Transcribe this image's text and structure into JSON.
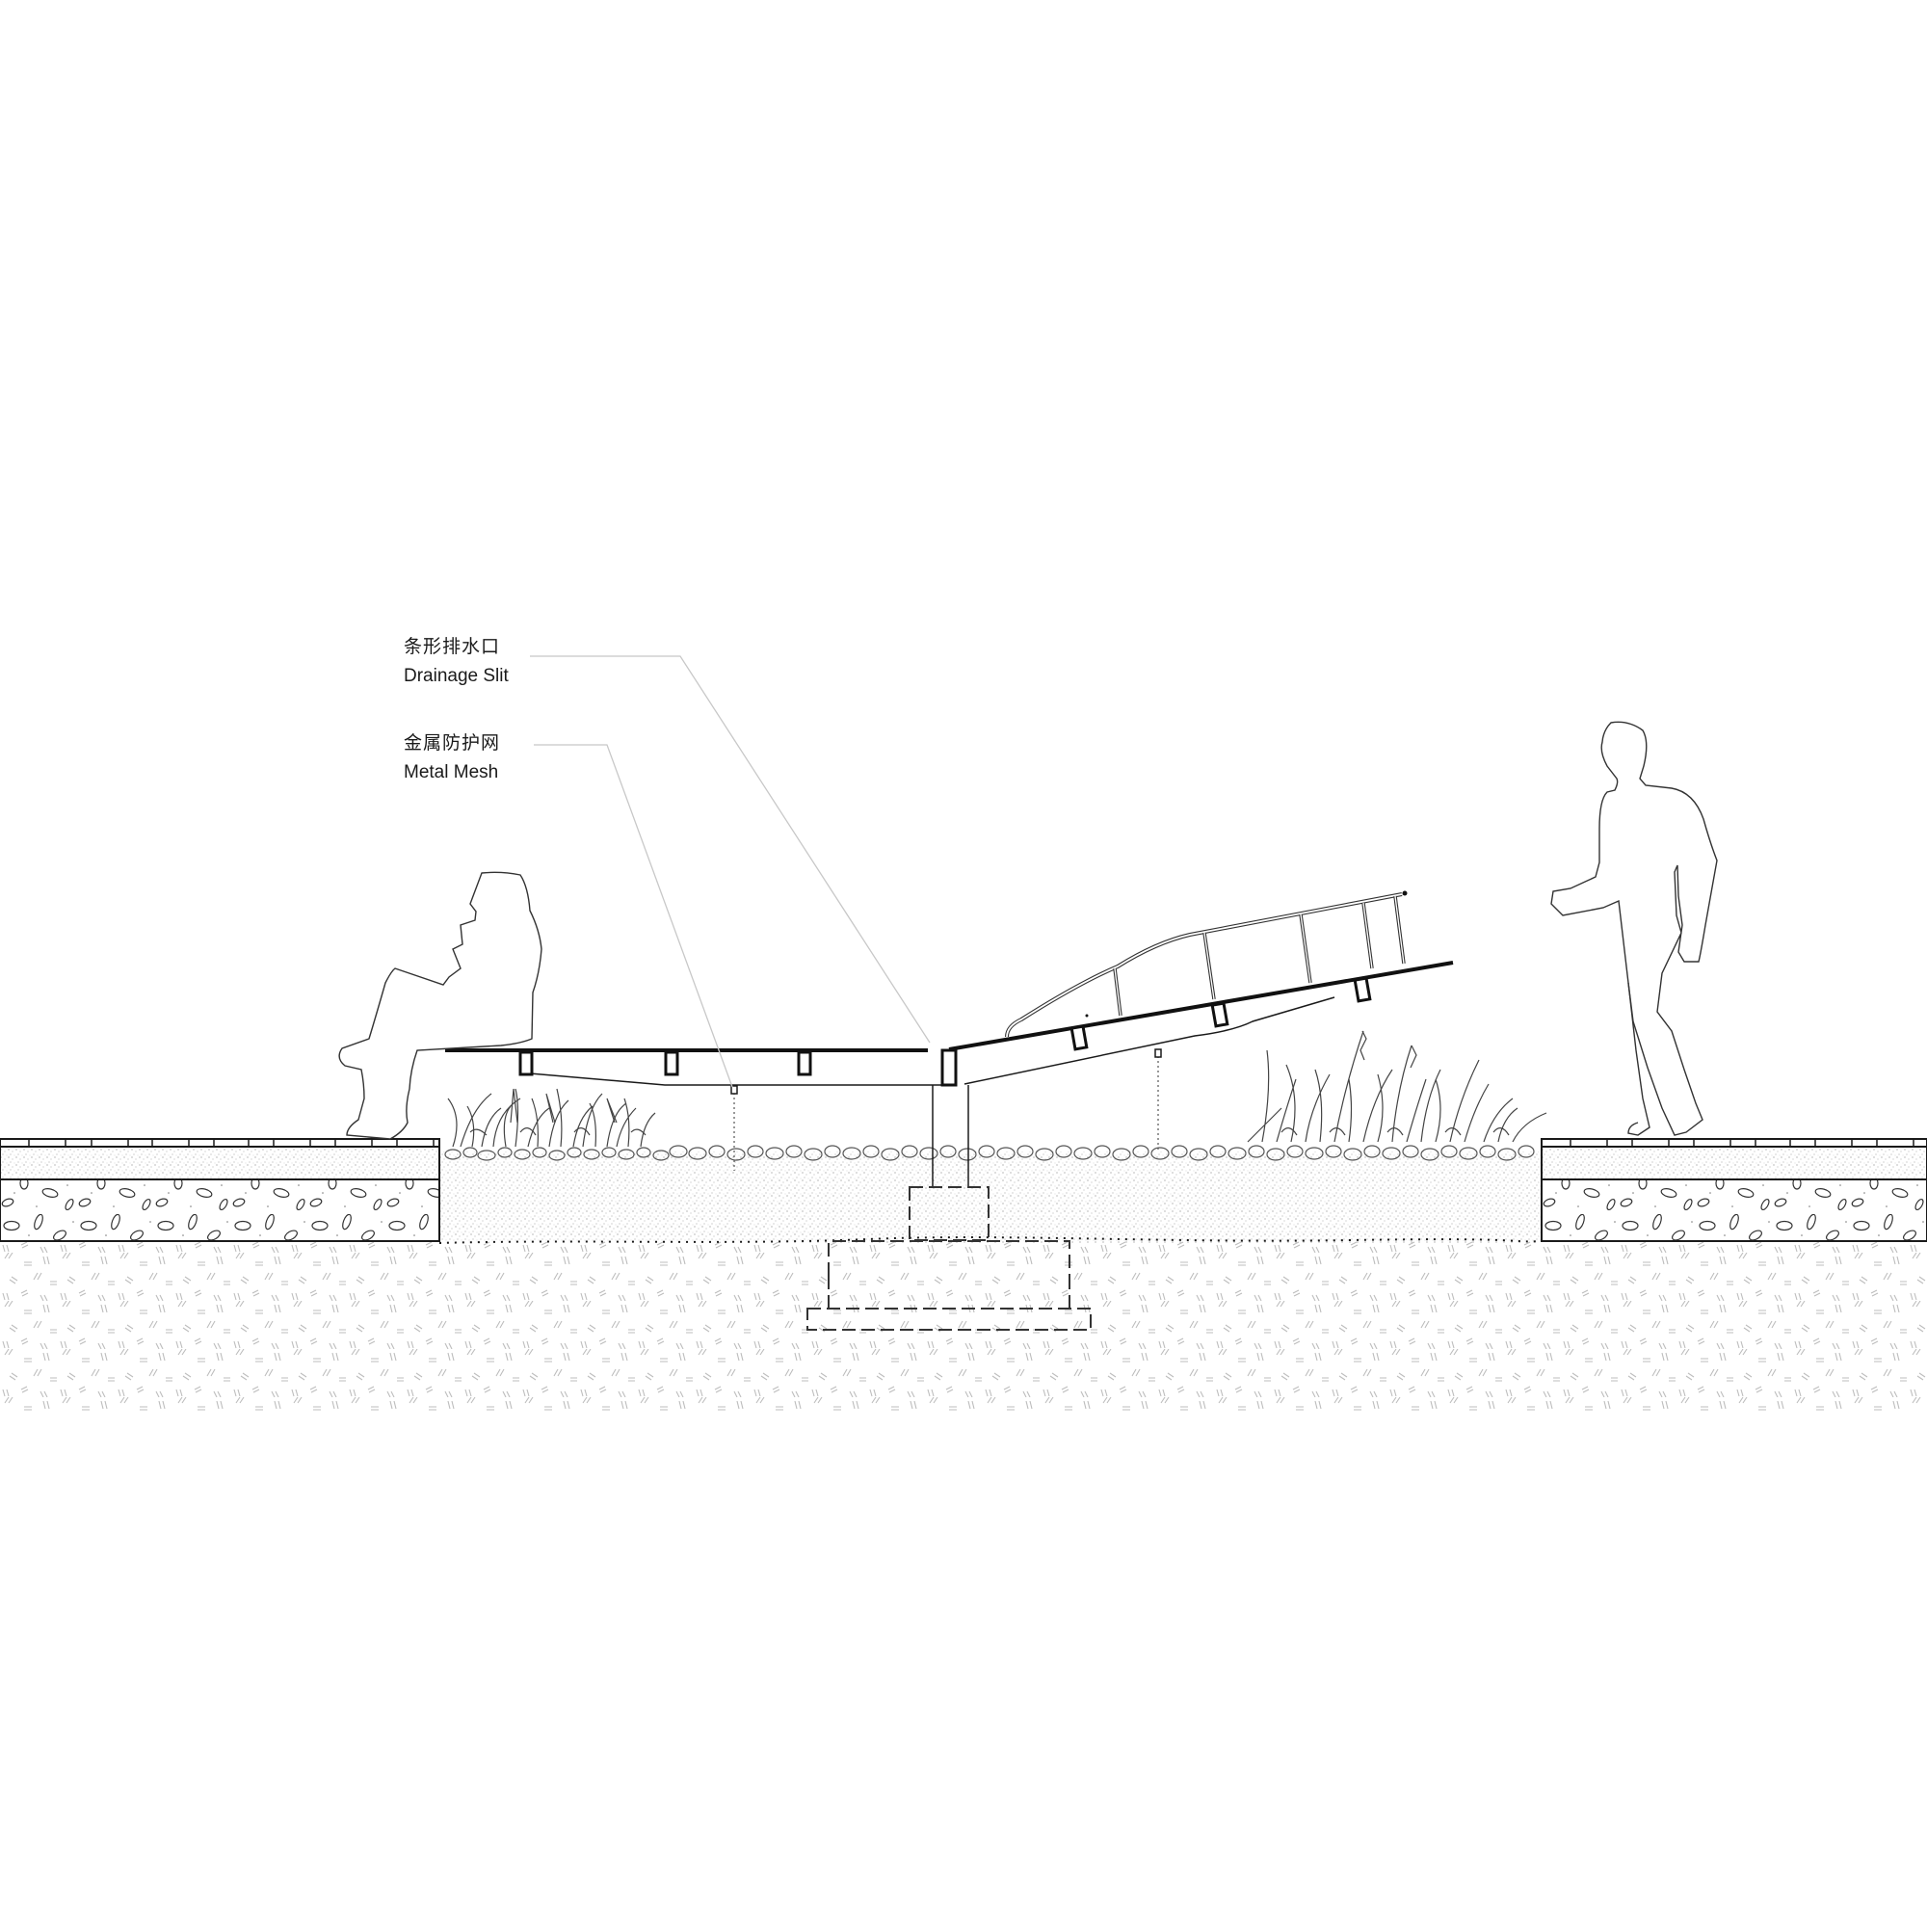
{
  "diagram": {
    "type": "architectural-section",
    "background": "#ffffff",
    "line_color": "#1a1a1a",
    "leader_color": "#c8c8c8",
    "hatch_color": "#9a9a9a"
  },
  "annotations": [
    {
      "id": "drainage-slit",
      "label_cn": "条形排水口",
      "label_en": "Drainage Slit"
    },
    {
      "id": "metal-mesh",
      "label_cn": "金属防护网",
      "label_en": "Metal Mesh"
    }
  ],
  "elements": {
    "left_paving": "paving-layers-left",
    "right_paving": "paving-layers-right",
    "bench_flat": "bench-deck-flat",
    "bench_ramp": "bench-deck-sloped-with-railing",
    "seated_person": "seated-person-silhouette",
    "walking_person": "walking-person-silhouette",
    "grass_left": "grass-planting-left",
    "grass_right": "grass-planting-right",
    "pebbles": "pebble-layer",
    "footing": "concrete-footing-dashed",
    "subsoil": "compacted-subsoil"
  }
}
